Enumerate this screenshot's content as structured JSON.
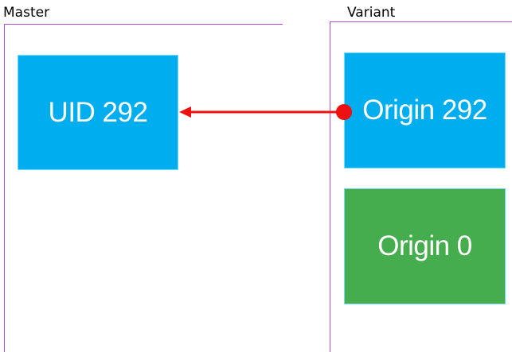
{
  "master": {
    "label": "Master",
    "box_label": "UID 292"
  },
  "variant": {
    "label": "Variant",
    "boxes": [
      {
        "label": "Origin 292"
      },
      {
        "label": "Origin 0"
      }
    ]
  },
  "colors": {
    "frame": "#b44ad8",
    "blue_box": "#00aeef",
    "green_box": "#46ad4e",
    "arrow": "#ee1111",
    "text": "#ffffff"
  }
}
